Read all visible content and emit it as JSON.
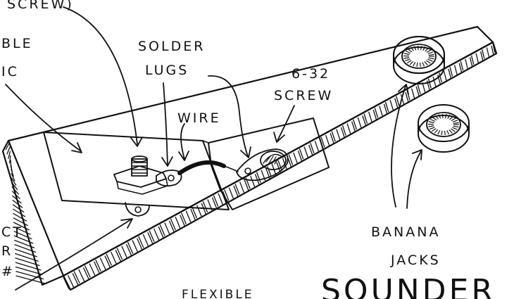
{
  "labels": {
    "screw_top": "SCREW)",
    "flexible_line1": "BLE",
    "flexible_line2": "IC",
    "solder_lugs_line1": "SOLDER",
    "solder_lugs_line2": "LUGS",
    "screw_632_line1": "6-32",
    "screw_632_line2": "SCREW",
    "wire": "WIRE",
    "banana_jacks_line1": "BANANA",
    "banana_jacks_line2": "JACKS",
    "contact_line1": "CT",
    "contact_line2": "R",
    "contact_line3": "#",
    "flexible_bottom": "FLEXIBLE",
    "title": "SOUNDER"
  }
}
